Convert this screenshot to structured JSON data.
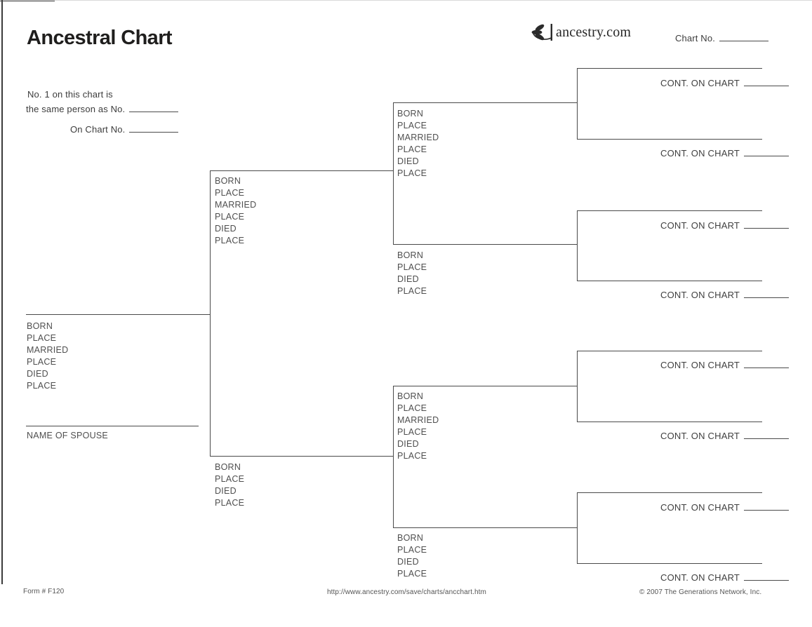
{
  "page": {
    "title": "Ancestral Chart",
    "brand": "ancestry.com",
    "chart_no_label": "Chart No."
  },
  "info": {
    "line1": "No. 1 on this chart is",
    "line2": "the same person as No.",
    "line3": "On Chart No."
  },
  "field_labels": {
    "full": [
      "BORN",
      "PLACE",
      "MARRIED",
      "PLACE",
      "DIED",
      "PLACE"
    ],
    "short": [
      "BORN",
      "PLACE",
      "DIED",
      "PLACE"
    ],
    "spouse": "NAME OF SPOUSE"
  },
  "cont_label": "CONT. ON CHART",
  "footer": {
    "form_no": "Form # F120",
    "url": "http://www.ancestry.com/save/charts/ancchart.htm",
    "copyright": "© 2007 The Generations Network, Inc."
  },
  "colors": {
    "line": "#4a4a4a",
    "text": "#4f4f4f",
    "title": "#1f1e1d"
  }
}
